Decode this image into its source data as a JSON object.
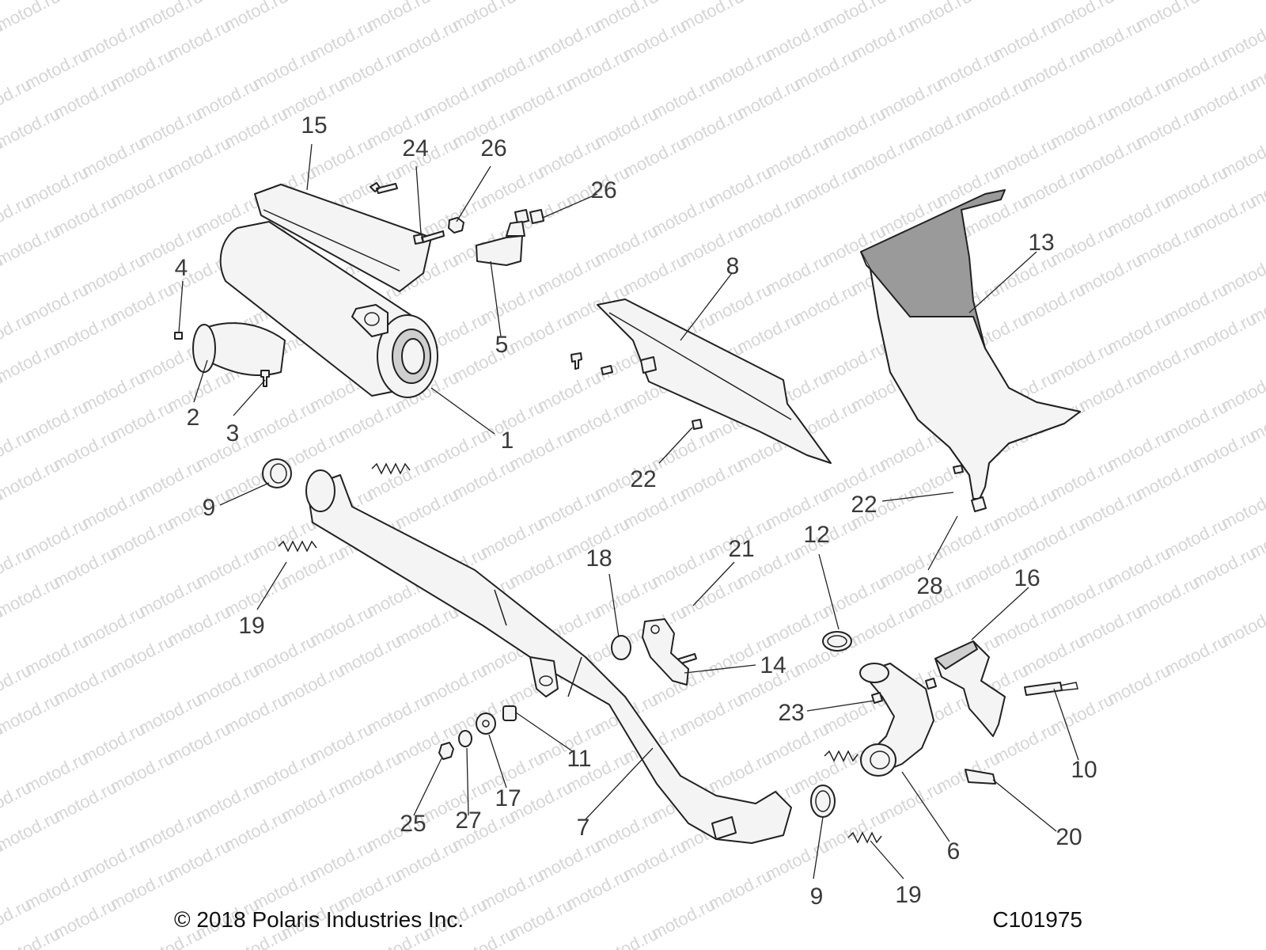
{
  "watermark": "motod.ru",
  "footer": {
    "copyright": "© 2018 Polaris Industries Inc.",
    "diagram_code": "C101975"
  },
  "callouts": [
    "15",
    "24",
    "26",
    "26",
    "4",
    "2",
    "3",
    "1",
    "5",
    "8",
    "13",
    "22",
    "22",
    "9",
    "19",
    "12",
    "28",
    "18",
    "21",
    "16",
    "14",
    "23",
    "11",
    "10",
    "17",
    "27",
    "25",
    "7",
    "20",
    "6",
    "9",
    "19"
  ]
}
